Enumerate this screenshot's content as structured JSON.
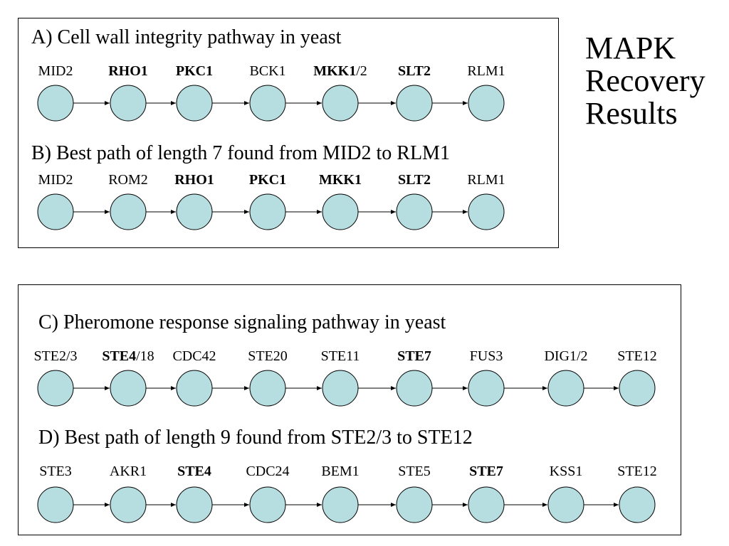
{
  "title": [
    "MAPK",
    "Recovery",
    "Results"
  ],
  "node_fill": "#b6dde0",
  "panels": [
    {
      "id": "a",
      "heading": "A)  Cell wall integrity pathway in yeast",
      "nodes": [
        {
          "label": [
            {
              "t": "MID2",
              "b": false
            }
          ]
        },
        {
          "label": [
            {
              "t": "RHO1",
              "b": true
            }
          ]
        },
        {
          "label": [
            {
              "t": "PKC1",
              "b": true
            }
          ]
        },
        {
          "label": [
            {
              "t": "BCK1",
              "b": false
            }
          ]
        },
        {
          "label": [
            {
              "t": "MKK1",
              "b": true
            },
            {
              "t": "/2",
              "b": false
            }
          ]
        },
        {
          "label": [
            {
              "t": "SLT2",
              "b": true
            }
          ]
        },
        {
          "label": [
            {
              "t": "RLM1",
              "b": false
            }
          ]
        }
      ]
    },
    {
      "id": "b",
      "heading": "B) Best path of length 7 found from MID2 to RLM1",
      "nodes": [
        {
          "label": [
            {
              "t": "MID2",
              "b": false
            }
          ]
        },
        {
          "label": [
            {
              "t": "ROM2",
              "b": false
            }
          ]
        },
        {
          "label": [
            {
              "t": "RHO1",
              "b": true
            }
          ]
        },
        {
          "label": [
            {
              "t": "PKC1",
              "b": true
            }
          ]
        },
        {
          "label": [
            {
              "t": "MKK1",
              "b": true
            }
          ]
        },
        {
          "label": [
            {
              "t": "SLT2",
              "b": true
            }
          ]
        },
        {
          "label": [
            {
              "t": "RLM1",
              "b": false
            }
          ]
        }
      ]
    },
    {
      "id": "c",
      "heading": "C) Pheromone response signaling pathway in yeast",
      "nodes": [
        {
          "label": [
            {
              "t": "STE2/3",
              "b": false
            }
          ]
        },
        {
          "label": [
            {
              "t": "STE4",
              "b": true
            },
            {
              "t": "/18",
              "b": false
            }
          ]
        },
        {
          "label": [
            {
              "t": "CDC42",
              "b": false
            }
          ]
        },
        {
          "label": [
            {
              "t": "STE20",
              "b": false
            }
          ]
        },
        {
          "label": [
            {
              "t": "STE11",
              "b": false
            }
          ]
        },
        {
          "label": [
            {
              "t": "STE7",
              "b": true
            }
          ]
        },
        {
          "label": [
            {
              "t": "FUS3",
              "b": false
            }
          ]
        },
        {
          "label": [
            {
              "t": "DIG1/2",
              "b": false
            }
          ]
        },
        {
          "label": [
            {
              "t": "STE12",
              "b": false
            }
          ]
        }
      ]
    },
    {
      "id": "d",
      "heading": "D) Best path of length 9 found from STE2/3 to STE12",
      "nodes": [
        {
          "label": [
            {
              "t": "STE3",
              "b": false
            }
          ]
        },
        {
          "label": [
            {
              "t": "AKR1",
              "b": false
            }
          ]
        },
        {
          "label": [
            {
              "t": "STE4",
              "b": true
            }
          ]
        },
        {
          "label": [
            {
              "t": "CDC24",
              "b": false
            }
          ]
        },
        {
          "label": [
            {
              "t": "BEM1",
              "b": false
            }
          ]
        },
        {
          "label": [
            {
              "t": "STE5",
              "b": false
            }
          ]
        },
        {
          "label": [
            {
              "t": "STE7",
              "b": true
            }
          ]
        },
        {
          "label": [
            {
              "t": "KSS1",
              "b": false
            }
          ]
        },
        {
          "label": [
            {
              "t": "STE12",
              "b": false
            }
          ]
        }
      ]
    }
  ]
}
